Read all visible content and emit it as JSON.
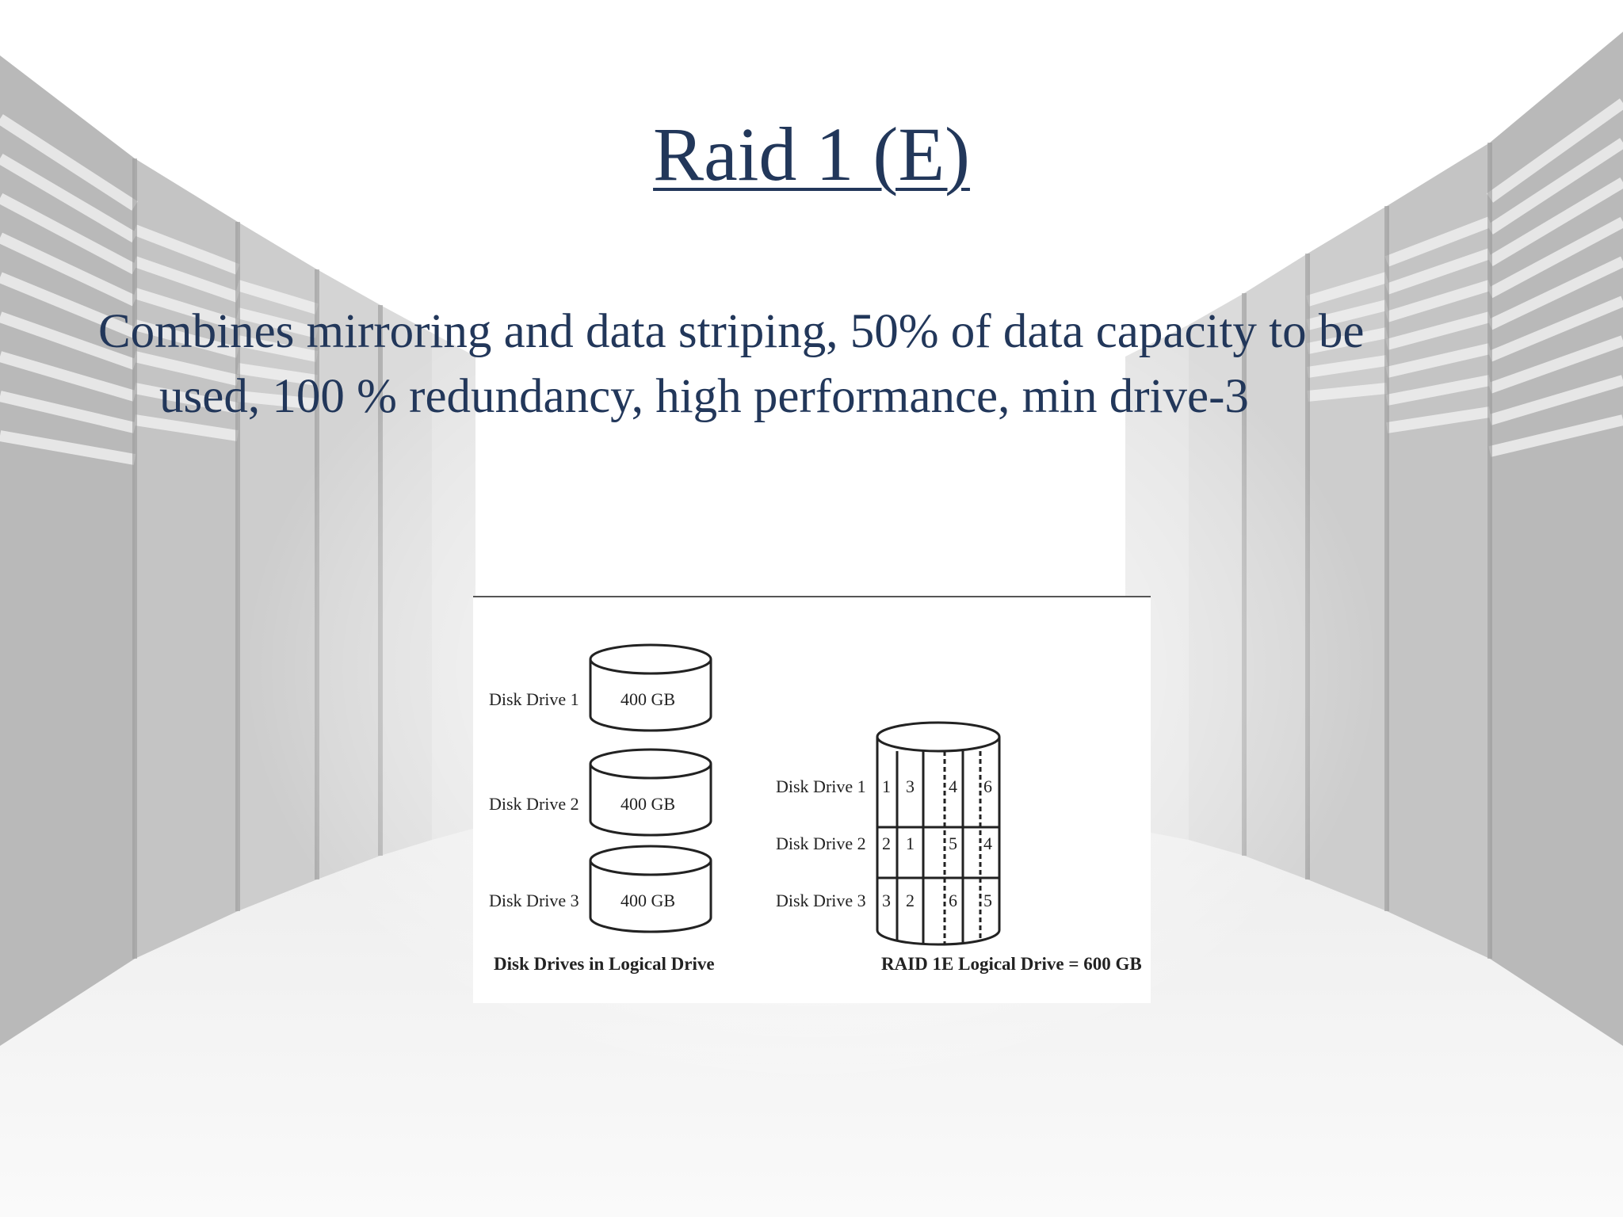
{
  "slide": {
    "title": "Raid 1 (E)",
    "body_lines": [
      "Combines mirroring and data striping, 50% of data capacity to be",
      "used, 100 % redundancy, high performance, min drive-3"
    ]
  },
  "figure": {
    "left_panel": {
      "drives": [
        {
          "label": "Disk Drive 1",
          "capacity": "400 GB"
        },
        {
          "label": "Disk Drive 2",
          "capacity": "400 GB"
        },
        {
          "label": "Disk Drive 3",
          "capacity": "400 GB"
        }
      ],
      "caption": "Disk Drives in Logical Drive"
    },
    "right_panel": {
      "rows": [
        {
          "label": "Disk Drive 1",
          "blocks": [
            "1",
            "3",
            "4",
            "6"
          ]
        },
        {
          "label": "Disk Drive 2",
          "blocks": [
            "2",
            "1",
            "5",
            "4"
          ]
        },
        {
          "label": "Disk Drive 3",
          "blocks": [
            "3",
            "2",
            "6",
            "5"
          ]
        }
      ],
      "caption": "RAID 1E Logical Drive = 600 GB"
    }
  },
  "colors": {
    "text": "#22375a",
    "background": "#ffffff",
    "server_racks": "#b8b8b8"
  }
}
